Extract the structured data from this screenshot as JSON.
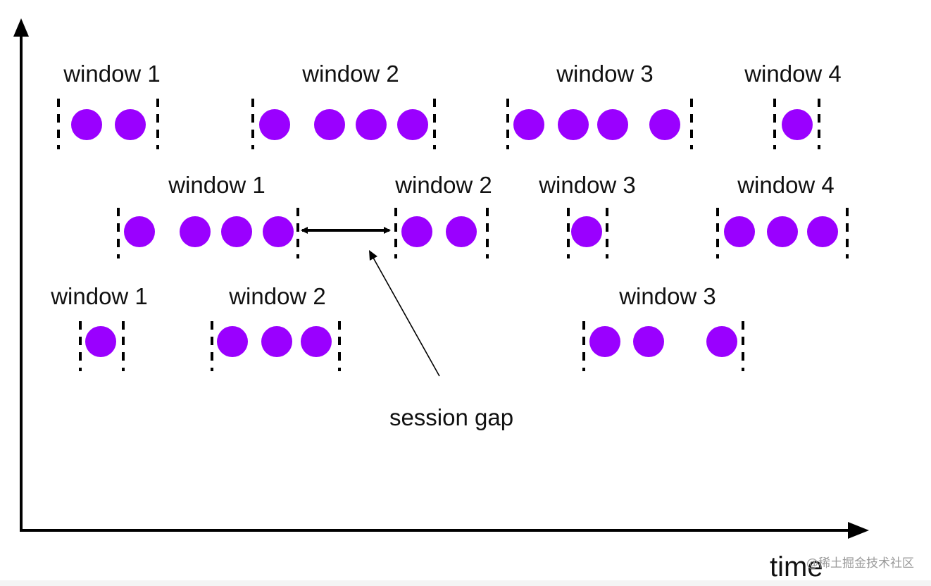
{
  "colors": {
    "event": "#9a00ff",
    "line": "#000000",
    "text": "#111111",
    "watermark": "#9a9a9a"
  },
  "axis": {
    "x_label": "time"
  },
  "annotation": {
    "label": "session gap"
  },
  "watermark": "@稀土掘金技术社区",
  "rows": [
    {
      "windows": [
        {
          "label": "window 1",
          "events": 2
        },
        {
          "label": "window 2",
          "events": 4
        },
        {
          "label": "window 3",
          "events": 4
        },
        {
          "label": "window 4",
          "events": 1
        }
      ]
    },
    {
      "windows": [
        {
          "label": "window 1",
          "events": 4
        },
        {
          "label": "window 2",
          "events": 2
        },
        {
          "label": "window 3",
          "events": 1
        },
        {
          "label": "window 4",
          "events": 3
        }
      ]
    },
    {
      "windows": [
        {
          "label": "window 1",
          "events": 1
        },
        {
          "label": "window 2",
          "events": 3
        },
        {
          "label": "window 3",
          "events": 3
        }
      ]
    }
  ]
}
